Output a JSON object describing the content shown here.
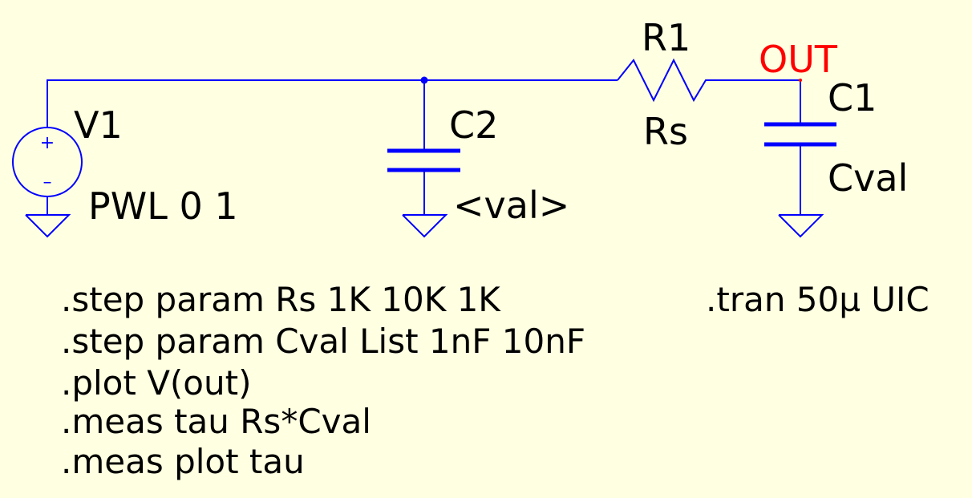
{
  "colors": {
    "background": "#ffffe2",
    "wire": "#0000ff",
    "component": "#0000ff",
    "text": "#000000",
    "net_label": "#ff0000"
  },
  "components": {
    "v1": {
      "ref": "V1",
      "value": "PWL 0 1",
      "plus": "+",
      "minus": "–"
    },
    "c2": {
      "ref": "C2",
      "value": "<val>"
    },
    "r1": {
      "ref": "R1",
      "value": "Rs"
    },
    "c1": {
      "ref": "C1",
      "value": "Cval"
    }
  },
  "net_labels": {
    "out": "OUT"
  },
  "directives": {
    "lines": [
      ".step param Rs 1K 10K 1K",
      ".step param Cval List 1nF 10nF",
      ".plot V(out)",
      ".meas tau Rs*Cval",
      ".meas plot tau"
    ],
    "tran": ".tran 50µ UIC"
  }
}
